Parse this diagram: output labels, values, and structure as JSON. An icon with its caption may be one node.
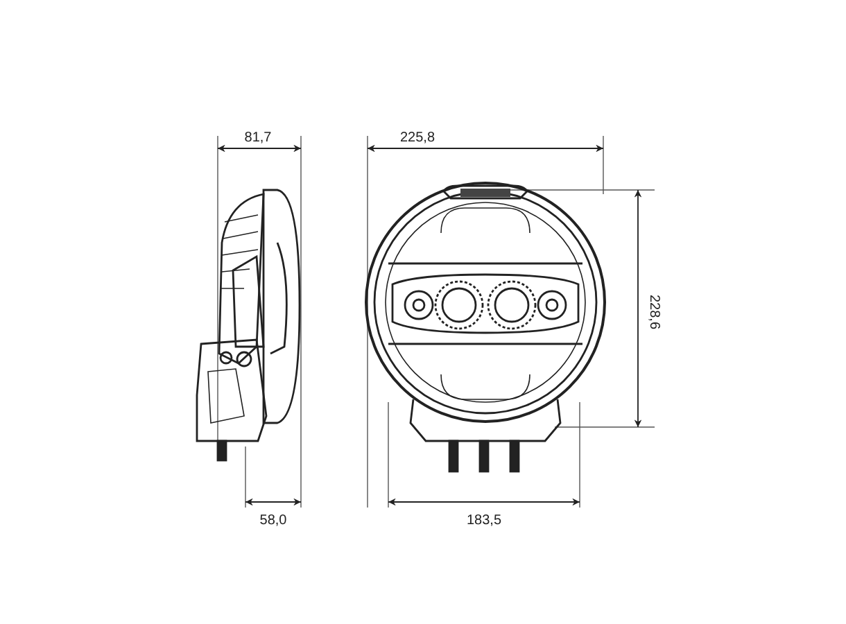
{
  "diagram": {
    "labels": [
      "81,7",
      "225,8",
      "228,6",
      "58,0",
      "183,5"
    ]
  }
}
